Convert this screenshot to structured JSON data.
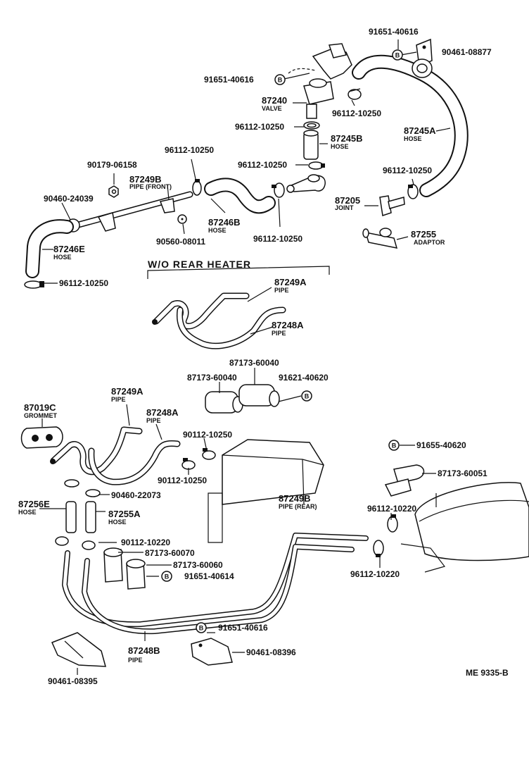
{
  "labels": {
    "l1": "91651-40616",
    "l2": "90461-08877",
    "l3": "91651-40616",
    "l4": "87240",
    "l4s": "VALVE",
    "l5": "96112-10250",
    "l6": "96112-10250",
    "l7": "87245B",
    "l7s": "HOSE",
    "l8": "87245A",
    "l8s": "HOSE",
    "l9": "90179-06158",
    "l10": "96112-10250",
    "l11": "96112-10250",
    "l12": "96112-10250",
    "l13": "87249B",
    "l13s": "PIPE (FRONT)",
    "l14": "90460-24039",
    "l15": "87205",
    "l15s": "JOINT",
    "l16": "87246B",
    "l16s": "HOSE",
    "l17": "87255",
    "l17s": "ADAPTOR",
    "l18": "90560-08011",
    "l19": "96112-10250",
    "l20": "87246E",
    "l20s": "HOSE",
    "l21": "W/O REAR HEATER",
    "l22": "96112-10250",
    "l23": "87249A",
    "l23s": "PIPE",
    "l24": "87248A",
    "l24s": "PIPE",
    "l25": "87173-60040",
    "l26": "87173-60040",
    "l27": "91621-40620",
    "l28": "87249A",
    "l28s": "PIPE",
    "l29": "87019C",
    "l29s": "GROMMET",
    "l30": "87248A",
    "l30s": "PIPE",
    "l31": "90112-10250",
    "l32": "91655-40620",
    "l33": "90112-10250",
    "l34": "87173-60051",
    "l35": "90460-22073",
    "l36": "87249B",
    "l36s": "PIPE (REAR)",
    "l37": "87256E",
    "l37s": "HOSE",
    "l38": "87255A",
    "l38s": "HOSE",
    "l39": "96112-10220",
    "l40": "90112-10220",
    "l41": "87173-60070",
    "l42": "87173-60060",
    "l43": "91651-40614",
    "l44": "96112-10220",
    "l45": "91651-40616",
    "l46": "90461-08396",
    "l47": "87248B",
    "l47s": "PIPE",
    "l48": "90461-08395",
    "l49": "ME 9335-B"
  },
  "bolt_mark": "B"
}
